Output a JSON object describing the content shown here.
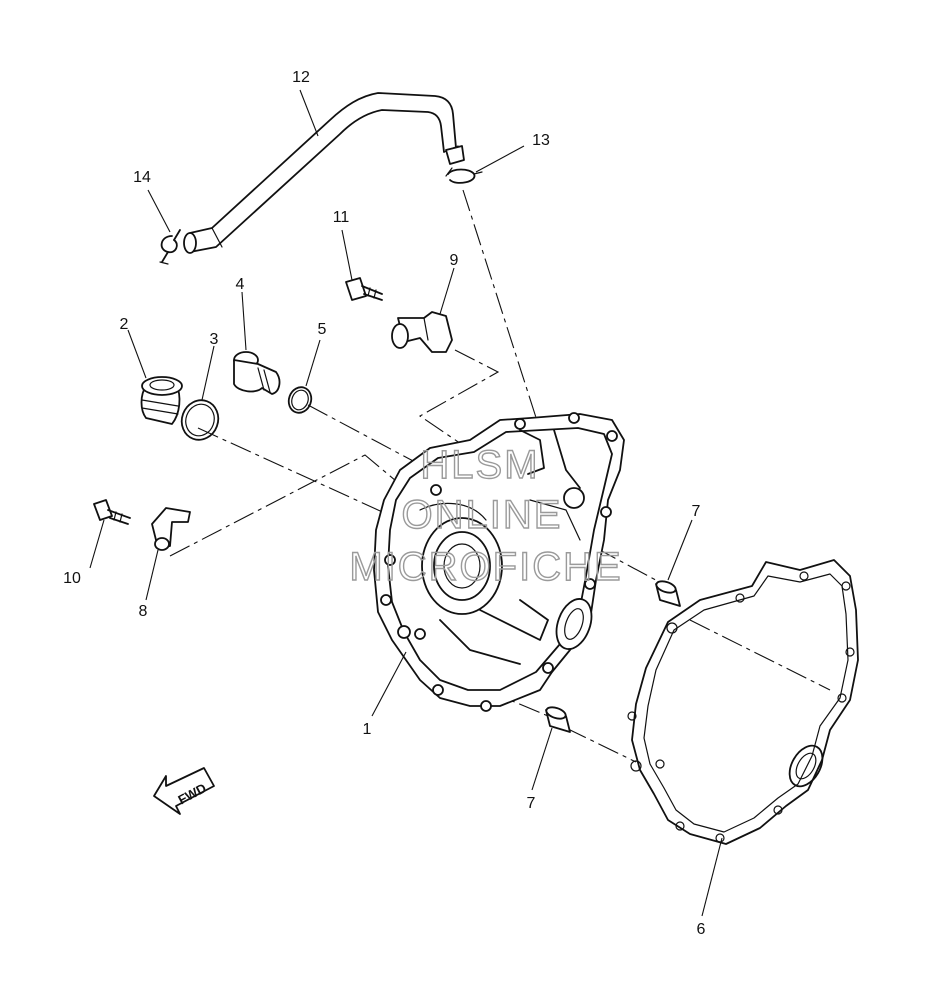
{
  "parts": [
    {
      "id": "p1",
      "label": "1"
    },
    {
      "id": "p2",
      "label": "2"
    },
    {
      "id": "p3",
      "label": "3"
    },
    {
      "id": "p4",
      "label": "4"
    },
    {
      "id": "p5",
      "label": "5"
    },
    {
      "id": "p6",
      "label": "6"
    },
    {
      "id": "p7a",
      "label": "7"
    },
    {
      "id": "p7b",
      "label": "7"
    },
    {
      "id": "p8",
      "label": "8"
    },
    {
      "id": "p9",
      "label": "9"
    },
    {
      "id": "p10",
      "label": "10"
    },
    {
      "id": "p11",
      "label": "11"
    },
    {
      "id": "p12",
      "label": "12"
    },
    {
      "id": "p13",
      "label": "13"
    },
    {
      "id": "p14",
      "label": "14"
    }
  ],
  "direction_marker": "FWD",
  "watermark": {
    "line1": "HLSM",
    "line2": "ONLINE",
    "line3": "MICROFICHE"
  }
}
